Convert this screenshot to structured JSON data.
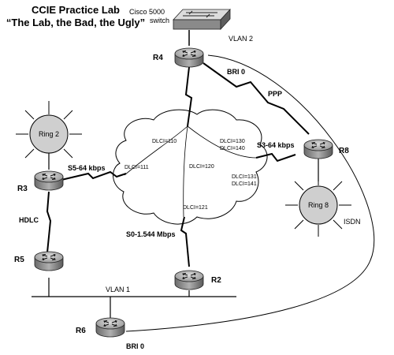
{
  "title": {
    "line1": "CCIE Practice Lab",
    "line2": "“The Lab, the Bad, the Ugly”"
  },
  "switch": {
    "line1": "Cisco 5000",
    "line2": "switch",
    "vlan": "VLAN 2"
  },
  "routers": {
    "r3": "R3",
    "r4": "R4",
    "r5": "R5",
    "r2": "R2",
    "r6": "R6",
    "r8": "R8"
  },
  "rings": {
    "ring2": "Ring 2",
    "ring8": "Ring 8"
  },
  "links": {
    "bri_r4": "BRI 0",
    "ppp": "PPP",
    "s3": "S3-64 kbps",
    "s5": "S5-64 kbps",
    "s0": "S0-1.544 Mbps",
    "hdlc": "HDLC",
    "isdn": "ISDN",
    "vlan1": "VLAN 1",
    "bri_r6": "BRI 0"
  },
  "dlci": {
    "d110": "DLCI=110",
    "d130": "DLCI=130",
    "d140": "DLCI=140",
    "d111": "DLCI=111",
    "d120": "DLCI=120",
    "d131": "DLCI=131",
    "d141": "DLCI=141",
    "d121": "DLCI=121"
  }
}
